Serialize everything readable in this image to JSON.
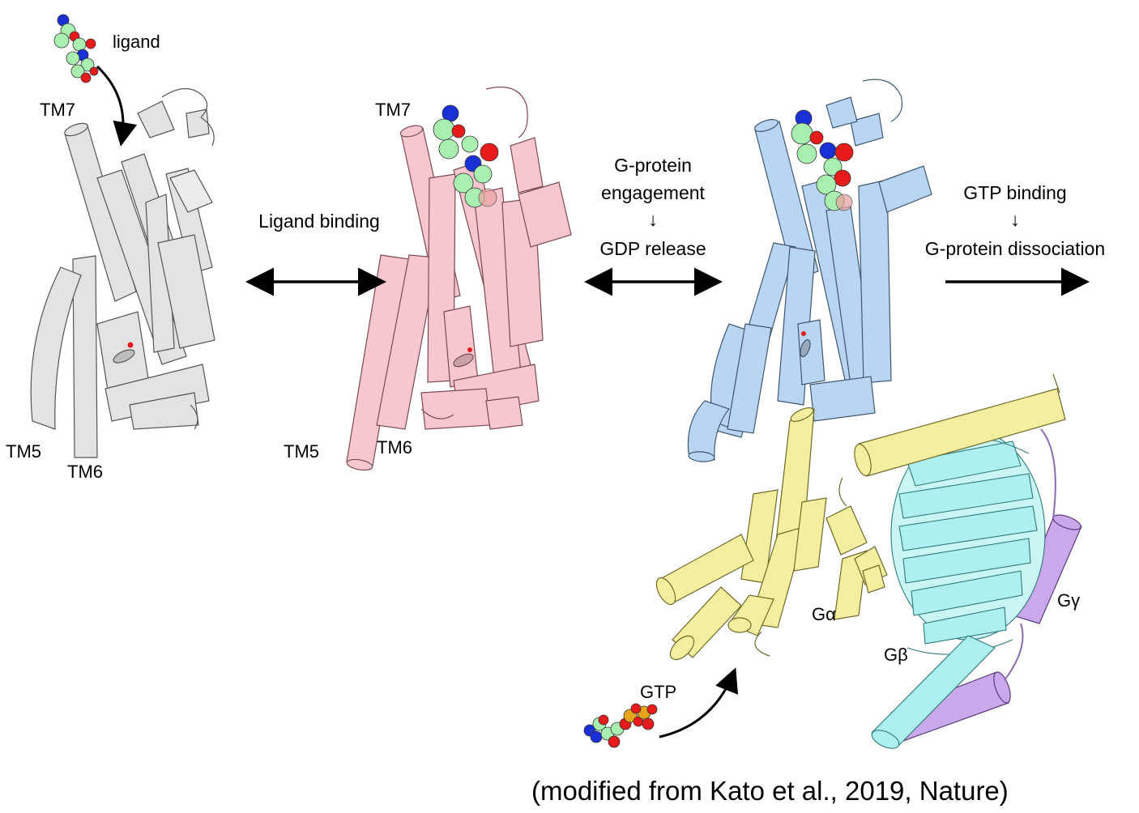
{
  "labels": {
    "ligand": "ligand",
    "tm7_a": "TM7",
    "tm5_a": "TM5",
    "tm6_a": "TM6",
    "tm7_b": "TM7",
    "tm5_b": "TM5",
    "tm6_b": "TM6",
    "step1": "Ligand binding",
    "step2_line1": "G-protein",
    "step2_line2": "engagement",
    "step2_arrow": "↓",
    "step2_line3": "GDP release",
    "step3_line1": "GTP binding",
    "step3_arrow": "↓",
    "step3_line2": "G-protein dissociation",
    "g_alpha": "Gα",
    "g_beta": "Gβ",
    "g_gamma": "Gγ",
    "gtp": "GTP",
    "caption": "(modified from Kato et al., 2019, Nature)"
  },
  "colors": {
    "inactive_receptor": "#e3e3e3",
    "intermediate_receptor": "#f7c6cf",
    "active_receptor": "#b9d5f2",
    "g_alpha": "#f4ef9e",
    "g_beta": "#aef0f0",
    "g_gamma": "#c9a8ec",
    "atom_carbon": "#a9f0b0",
    "atom_oxygen": "#e81b1b",
    "atom_nitrogen": "#1930d6",
    "atom_phosphorus": "#e8a51b"
  }
}
